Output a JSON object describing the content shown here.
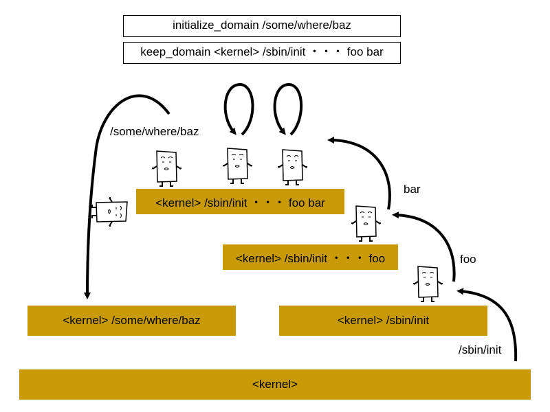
{
  "commands": {
    "initialize": "initialize_domain /some/where/baz",
    "keep": "keep_domain <kernel> /sbin/init ・・・ foo bar"
  },
  "layers": {
    "kernel": "<kernel>",
    "baz": "<kernel> /some/where/baz",
    "init": "<kernel> /sbin/init",
    "foo": "<kernel> /sbin/init ・・・ foo",
    "foobar": "<kernel> /sbin/init ・・・ foo bar"
  },
  "transitions": {
    "sbin_init": "/sbin/init",
    "foo": "foo",
    "bar": "bar",
    "baz": "/some/where/baz"
  },
  "colors": {
    "layer": "#c79a06",
    "stroke": "#000000"
  }
}
